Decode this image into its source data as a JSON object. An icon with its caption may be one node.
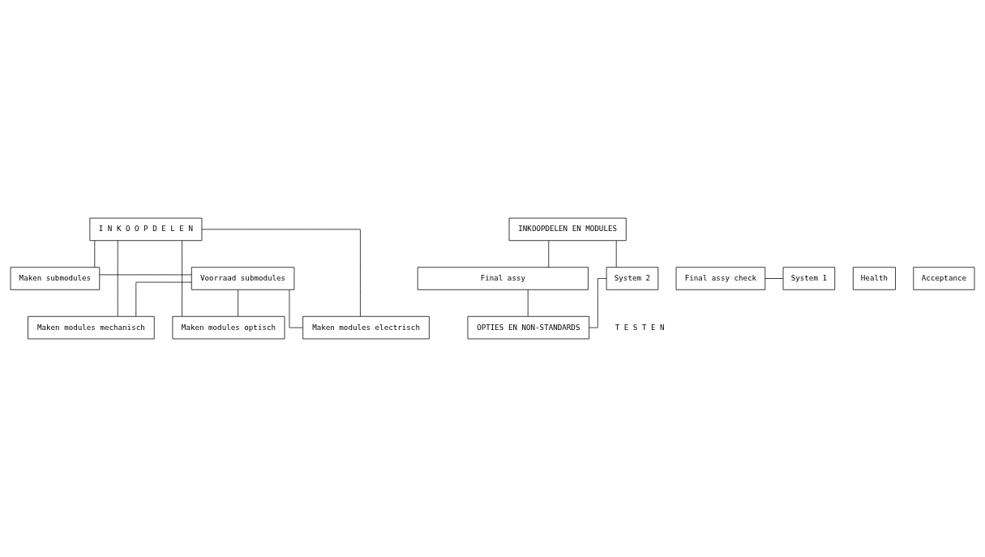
{
  "diagram": {
    "nodes": [
      {
        "text": [
          "I N K O O P D E L E N"
        ]
      },
      {
        "text": [
          "Maken submodules"
        ]
      },
      {
        "text": [
          "Voorraad submodules"
        ]
      },
      {
        "text": [
          "Maken modules mechanisch"
        ]
      },
      {
        "text": [
          "Maken modules optisch"
        ]
      },
      {
        "text": [
          "Maken modules electrisch"
        ]
      },
      {
        "text": [
          "INKOOPDELEN EN MODULES"
        ]
      },
      {
        "text": [
          "Final assy"
        ]
      },
      {
        "text": [
          "Final assy check"
        ]
      },
      {
        "text": [
          "System 1"
        ]
      },
      {
        "text": [
          "System 2"
        ]
      },
      {
        "text": [
          "Health"
        ]
      },
      {
        "text": [
          "Acceptance"
        ]
      },
      {
        "text": [
          "OPTIES EN NON-STANDARDS"
        ]
      }
    ],
    "edges": [
      {
        "from": 0,
        "to": 1,
        "arrow": "none"
      },
      {
        "from": 1,
        "to": 2,
        "arrow": "none"
      },
      {
        "from": 0,
        "to": 3,
        "arrow": "none"
      },
      {
        "from": 0,
        "to": 4,
        "arrow": "none"
      },
      {
        "from": 0,
        "to": 5,
        "arrow": "none"
      },
      {
        "from": 2,
        "to": 3,
        "arrow": "none"
      },
      {
        "from": 2,
        "to": 4,
        "arrow": "none"
      },
      {
        "from": 2,
        "to": 5,
        "arrow": "none"
      },
      {
        "from": 6,
        "to": 7,
        "arrow": "none"
      },
      {
        "from": 6,
        "to": 10,
        "arrow": "none"
      },
      {
        "from": 8,
        "to": 9,
        "arrow": "none"
      },
      {
        "from": 7,
        "to": 13,
        "arrow": "none"
      },
      {
        "from": 10,
        "to": 13,
        "arrow": "none"
      }
    ],
    "labels": [
      "T E S T E N"
    ]
  }
}
